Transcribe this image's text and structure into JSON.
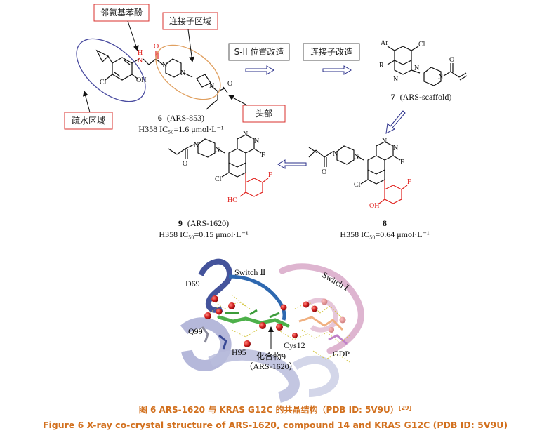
{
  "labels": {
    "aminophenol": "邻氨基苯酚",
    "linker_region": "连接子区域",
    "hydrophobic_region": "疏水区域",
    "head": "头部",
    "step1": "S-II 位置改造",
    "step2": "连接子改造"
  },
  "compounds": {
    "c6_name": "6",
    "c6_code": "(ARS-853)",
    "c6_ic50": "H358 IC₅₀=1.6 μmol·L⁻¹",
    "c7_name": "7",
    "c7_code": "(ARS-scaffold)",
    "c8_name": "8",
    "c8_ic50": "H358 IC₅₀=0.64 μmol·L⁻¹",
    "c9_name": "9",
    "c9_code": "(ARS-1620)",
    "c9_ic50": "H358 IC₅₀=0.15 μmol·L⁻¹"
  },
  "atoms": {
    "N": "N",
    "H": "H",
    "O": "O",
    "OH": "OH",
    "HO": "HO",
    "Cl": "Cl",
    "F": "F",
    "Ar": "Ar",
    "R": "R"
  },
  "crystal": {
    "switch2": "Switch Ⅱ",
    "switch1": "Switch Ⅰ",
    "d69": "D69",
    "q99": "Q99",
    "h95": "H95",
    "cys12": "Cys12",
    "gdp": "GDP",
    "compound_label": "化合物9",
    "compound_code": "（ARS-1620）"
  },
  "caption": {
    "cn": "图 6  ARS-1620 与 KRAS G12C 的共晶结构（PDB ID: 5V9U）",
    "cn_ref": "[29]",
    "en": "Figure 6  X-ray co-crystal structure of ARS-1620, compound 14 and KRAS G12C (PDB ID: 5V9U)"
  },
  "colors": {
    "label_box": "#d9302c",
    "hydrophobic_ellipse": "#4a4ca0",
    "linker_ellipse": "#e0a060",
    "highlight": "#e0201c",
    "caption": "#d2701e"
  }
}
